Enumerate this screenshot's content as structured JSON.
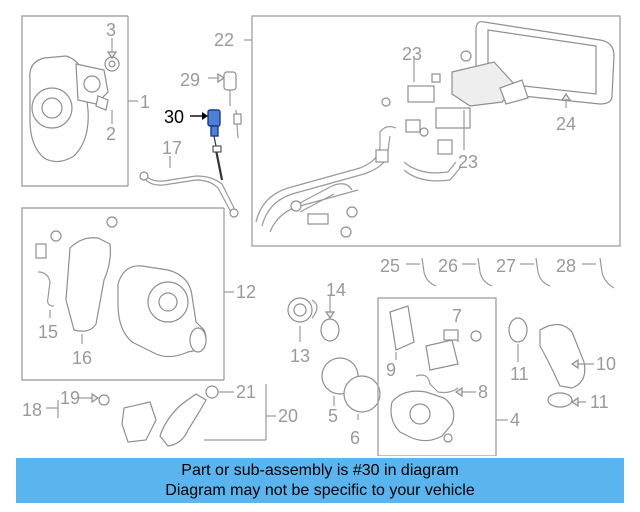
{
  "colors": {
    "highlight": "#4f7fd6",
    "banner": "#5ab4ee",
    "line": "#9a9a9a"
  },
  "callouts": {
    "n1": "1",
    "n2": "2",
    "n3": "3",
    "n4": "4",
    "n5": "5",
    "n6": "6",
    "n7": "7",
    "n8": "8",
    "n9": "9",
    "n10": "10",
    "n11": "11",
    "n11b": "11",
    "n12": "12",
    "n13": "13",
    "n14": "14",
    "n15": "15",
    "n16": "16",
    "n17": "17",
    "n18": "18",
    "n19": "19",
    "n20": "20",
    "n21": "21",
    "n22": "22",
    "n23": "23",
    "n23b": "23",
    "n24": "24",
    "n25": "25",
    "n26": "26",
    "n27": "27",
    "n28": "28",
    "n29": "29",
    "n30": "30"
  },
  "banner": {
    "line1": "Part or sub-assembly is #30 in diagram",
    "line2": "Diagram may not be specific to your vehicle"
  }
}
